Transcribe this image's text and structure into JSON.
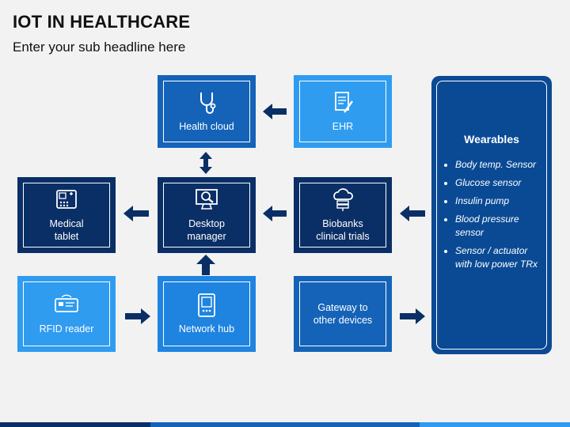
{
  "title": "IOT IN HEALTHCARE",
  "subtitle": "Enter your sub headline here",
  "nodes": {
    "health_cloud": {
      "label": "Health cloud",
      "icon": "stethoscope-icon"
    },
    "ehr": {
      "label": "EHR",
      "icon": "document-pen-icon"
    },
    "medical_tablet": {
      "label": "Medical\ntablet",
      "icon": "medical-device-icon"
    },
    "desktop_manager": {
      "label": "Desktop\nmanager",
      "icon": "desktop-search-icon"
    },
    "biobanks": {
      "label": "Biobanks\nclinical trials",
      "icon": "cloud-database-icon"
    },
    "rfid_reader": {
      "label": "RFID reader",
      "icon": "rfid-card-icon"
    },
    "network_hub": {
      "label": "Network hub",
      "icon": "hub-device-icon"
    },
    "gateway": {
      "label": "Gateway to\nother devices"
    }
  },
  "wearables": {
    "title": "Wearables",
    "items": [
      "Body temp. Sensor",
      "Glucose sensor",
      "Insulin pump",
      "Blood pressure sensor",
      "Sensor / actuator with low power TRx"
    ]
  },
  "colors": {
    "dark": "#0a2f66",
    "mid": "#1463b8",
    "light": "#2f9cf0",
    "panel": "#0a4a94"
  }
}
